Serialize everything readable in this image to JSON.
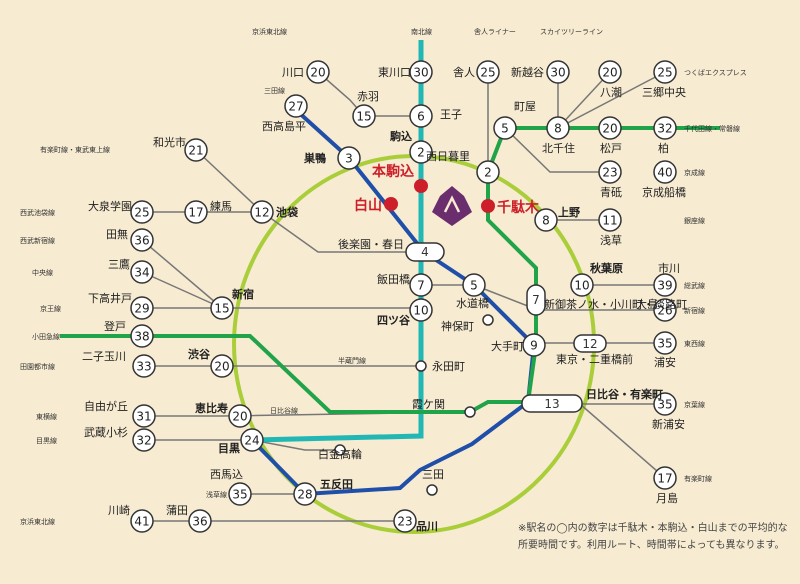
{
  "colors": {
    "background": "#f7ebd1",
    "yamanote": "#a9ce3a",
    "namboku": "#21b7b4",
    "mita": "#1f4fa8",
    "chiyoda": "#21a34a",
    "spoke": "#777777",
    "campus": "#cc1f2a",
    "emblem": "#6a2d6e"
  },
  "campuses": {
    "hakusan": "白山",
    "honkomagome": "本駒込",
    "sendagi": "千駄木"
  },
  "emblem": "university-emblem-icon",
  "note": {
    "line1": "※駅名の◯内の数字は千駄木・本駒込・白山までの平均的な",
    "line2": "所要時間です。利用ルート、時間帯によっても異なります。"
  },
  "stations": {
    "komagome": {
      "name": "駒込",
      "time": "2"
    },
    "nishinippori": {
      "name": "西日暮里",
      "time": "2"
    },
    "sugamo": {
      "name": "巣鴨",
      "time": "3"
    },
    "oji": {
      "name": "王子",
      "time": "6"
    },
    "akabane": {
      "name": "赤羽",
      "time": "15"
    },
    "kawaguchi": {
      "name": "川口",
      "time": "20"
    },
    "higashikawaguchi": {
      "name": "東川口",
      "time": "30"
    },
    "toneri": {
      "name": "舎人",
      "time": "25"
    },
    "shinkoshigaya": {
      "name": "新越谷",
      "time": "30"
    },
    "nishitakashimadaira": {
      "name": "西高島平",
      "time": "27"
    },
    "machiya": {
      "name": "町屋",
      "time": "5"
    },
    "kitasenju": {
      "name": "北千住",
      "time": "8"
    },
    "yashio": {
      "name": "八潮",
      "time": "20"
    },
    "misatochuo": {
      "name": "三郷中央",
      "time": "25"
    },
    "matsudo": {
      "name": "松戸",
      "time": "20"
    },
    "kashiwa": {
      "name": "柏",
      "time": "32"
    },
    "aoto": {
      "name": "青砥",
      "time": "23"
    },
    "keiseifunabashi": {
      "name": "京成船橋",
      "time": "40"
    },
    "ueno": {
      "name": "上野",
      "time": "8"
    },
    "asakusa": {
      "name": "浅草",
      "time": "11"
    },
    "wakoshi": {
      "name": "和光市",
      "time": "21"
    },
    "ikebukuro": {
      "name": "池袋",
      "time": "12"
    },
    "oizumigakuen": {
      "name": "大泉学園",
      "time": "25"
    },
    "nerima": {
      "name": "練馬",
      "time": "17"
    },
    "tanashi": {
      "name": "田無",
      "time": "36"
    },
    "mitaka": {
      "name": "三鷹",
      "time": "34"
    },
    "shimokitazawa": {
      "name": "下高井戸",
      "time": "29"
    },
    "noborito": {
      "name": "登戸",
      "time": "38"
    },
    "shinjuku": {
      "name": "新宿",
      "time": "15"
    },
    "korakuen": {
      "name": "後楽園・春日",
      "time": "4"
    },
    "iidabashi": {
      "name": "飯田橋",
      "time": "7"
    },
    "yotsuya": {
      "name": "四ツ谷",
      "time": "10"
    },
    "akihabara": {
      "name": "秋葉原",
      "time": "10"
    },
    "ichikawa": {
      "name": "市川",
      "time": "39"
    },
    "suidobashi": {
      "name": "水道橋",
      "time": "5"
    },
    "shinochanomizu": {
      "name": "新御茶ノ水・小川町・淡路町",
      "time": "7"
    },
    "oshima": {
      "name": "大島",
      "time": "26"
    },
    "jimbocho": {
      "name": "神保町"
    },
    "otemachi": {
      "name": "大手町",
      "time": "9"
    },
    "tokyo": {
      "name": "東京・二重橋前",
      "time": "12"
    },
    "urayasu": {
      "name": "浦安",
      "time": "35"
    },
    "futakotamagawa": {
      "name": "二子玉川",
      "time": "33"
    },
    "shibuya": {
      "name": "渋谷",
      "time": "20"
    },
    "nagatacho": {
      "name": "永田町"
    },
    "kasumigaseki": {
      "name": "霞ケ関"
    },
    "hibiya": {
      "name": "日比谷・有楽町",
      "time": "13"
    },
    "shinurayasu": {
      "name": "新浦安",
      "time": "35"
    },
    "jiyugaoka": {
      "name": "自由が丘",
      "time": "31"
    },
    "ebisu": {
      "name": "恵比寿",
      "time": "20"
    },
    "musashikosugi": {
      "name": "武蔵小杉",
      "time": "32"
    },
    "meguro": {
      "name": "目黒",
      "time": "24"
    },
    "shirokanetakanawa": {
      "name": "白金高輪"
    },
    "mita": {
      "name": "三田"
    },
    "tsukishima": {
      "name": "月島",
      "time": "17"
    },
    "nishimagome": {
      "name": "西馬込",
      "time": "35"
    },
    "gotanda": {
      "name": "五反田",
      "time": "28"
    },
    "kawasaki": {
      "name": "川崎",
      "time": "41"
    },
    "kamata": {
      "name": "蒲田",
      "time": "36"
    },
    "shinagawa": {
      "name": "品川",
      "time": "23"
    }
  },
  "line_labels": {
    "keihintohoku_top": "京浜東北線",
    "namboku": "南北線",
    "nippori_toneri": "舎人ライナー",
    "skytree": "スカイツリーライン",
    "tsukuba": "つくばエクスプレス",
    "mita": "三田線",
    "chiyoda_joban": "千代田線・常磐線",
    "yurakucho_fukutoshin": "有楽町線・東武東上線",
    "keisei": "京成線",
    "ginza": "銀座線",
    "seibu_ikebukuro": "西武池袋線",
    "seibu_shinjuku": "西武新宿線",
    "chuo": "中央線",
    "keio": "京王線",
    "sobu": "総武線",
    "shinjuku_line": "新宿線",
    "odakyu": "小田急線",
    "tozai": "東西線",
    "denentoshi": "田園都市線",
    "hanzomon": "半蔵門線",
    "keiyo": "京葉線",
    "toyoko": "東横線",
    "hibiya": "日比谷線",
    "meguro": "目黒線",
    "yurakucho": "有楽町線",
    "asakusa": "浅草線",
    "keihintohoku_bottom": "京浜東北線"
  }
}
